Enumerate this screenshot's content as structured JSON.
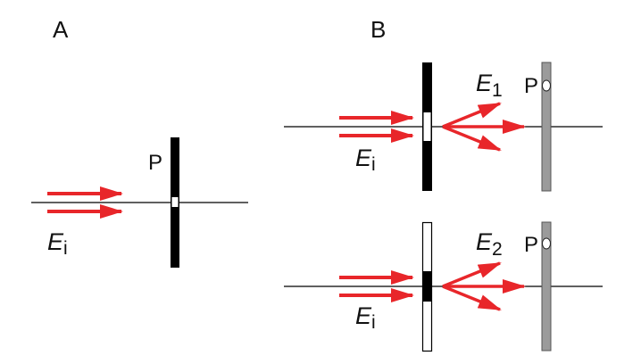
{
  "colors": {
    "arrow": "#e8262a",
    "screen": "#000000",
    "detector": "#9b9b9b",
    "axis": "#000000"
  },
  "panel_a": {
    "label": "A",
    "point_label": "P",
    "field": {
      "symbol": "E",
      "subscript": "i"
    }
  },
  "panel_b": {
    "label": "B",
    "top": {
      "field_in": {
        "symbol": "E",
        "subscript": "i"
      },
      "field_out": {
        "symbol": "E",
        "subscript": "1"
      },
      "point_label": "P"
    },
    "bottom": {
      "field_in": {
        "symbol": "E",
        "subscript": "i"
      },
      "field_out": {
        "symbol": "E",
        "subscript": "2"
      },
      "point_label": "P"
    }
  }
}
